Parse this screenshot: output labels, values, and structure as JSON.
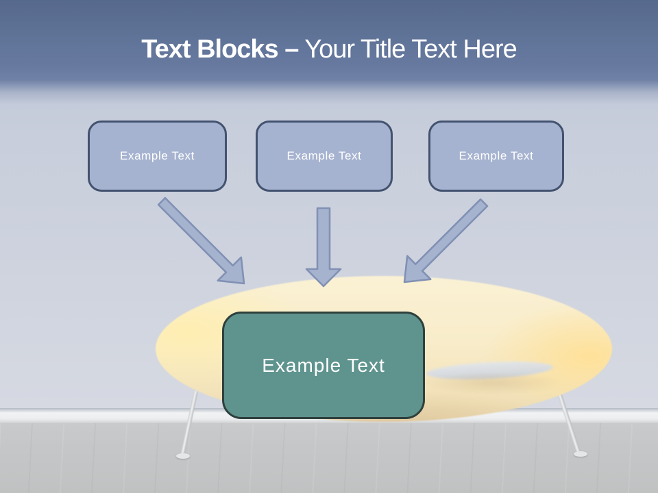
{
  "slide": {
    "title": {
      "bold": "Text Blocks –",
      "regular": "Your Title Text Here"
    },
    "blocks": [
      {
        "label": "Example Text"
      },
      {
        "label": "Example Text"
      },
      {
        "label": "Example Text"
      }
    ],
    "result": {
      "label": "Example Text"
    }
  },
  "colors": {
    "title_text": "#ffffff",
    "box_fill": "#a6b3d0",
    "box_border": "#42526f",
    "box_text": "#ffffff",
    "result_fill": "#5f938e",
    "result_border": "#2e403c",
    "result_text": "#ffffff",
    "arrow_fill": "#a6b3cf",
    "arrow_stroke": "#8191b4"
  }
}
